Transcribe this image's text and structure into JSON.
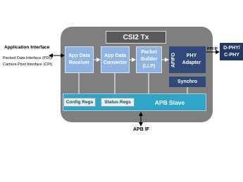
{
  "diagram": {
    "title": "CSI2 Tx",
    "application_interface": {
      "title": "Application Interface",
      "line1": "Packed Data Interface (PDI)/",
      "line2": "Camera Pixel Interface (CPI)"
    },
    "modules": {
      "app_data_receiver": "App Data\nReceiver",
      "app_data_convertor": "App Data\nConvertor",
      "packet_builder": "Packet\nBuilder\n(LLP)",
      "afifo": "AFIFO",
      "phy_adapter": "PHY\nAdapter",
      "synchro": "Synchro"
    },
    "apb": {
      "config_regs": "Config Regs",
      "status_regs": "Status Regs",
      "slave": "APB Slave",
      "interface": "APB IF"
    },
    "phy": {
      "ppi_label": "PPI IF",
      "dphy": "D-PHY/\nC-PHY"
    },
    "colors": {
      "main_block": "#7f7f7f",
      "title_box": "#595959",
      "module": "#8eb4e3",
      "phy_dark": "#2f4a78",
      "apb_bar": "#31a5c6",
      "dphy_box": "#1f3864"
    }
  }
}
